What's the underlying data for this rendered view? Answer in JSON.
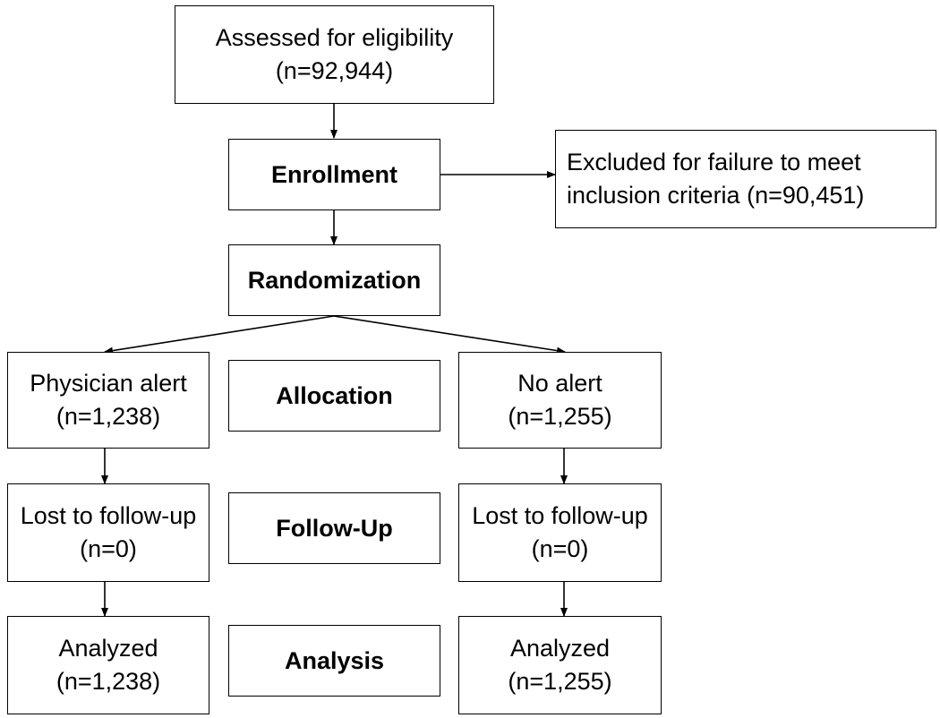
{
  "flowchart": {
    "assessed": {
      "line1": "Assessed for eligibility",
      "line2": "(n=92,944)"
    },
    "enrollment": {
      "label": "Enrollment"
    },
    "excluded": {
      "line1": "Excluded for failure to meet",
      "line2": "inclusion criteria (n=90,451)"
    },
    "randomization": {
      "label": "Randomization"
    },
    "stages": {
      "allocation": "Allocation",
      "follow_up": "Follow-Up",
      "analysis": "Analysis"
    },
    "left_arm": {
      "allocated": {
        "line1": "Physician alert",
        "line2": "(n=1,238)"
      },
      "lost": {
        "line1": "Lost to follow-up",
        "line2": "(n=0)"
      },
      "analyzed": {
        "line1": "Analyzed",
        "line2": "(n=1,238)"
      }
    },
    "right_arm": {
      "allocated": {
        "line1": "No alert",
        "line2": "(n=1,255)"
      },
      "lost": {
        "line1": "Lost to follow-up",
        "line2": "(n=0)"
      },
      "analyzed": {
        "line1": "Analyzed",
        "line2": "(n=1,255)"
      }
    }
  }
}
